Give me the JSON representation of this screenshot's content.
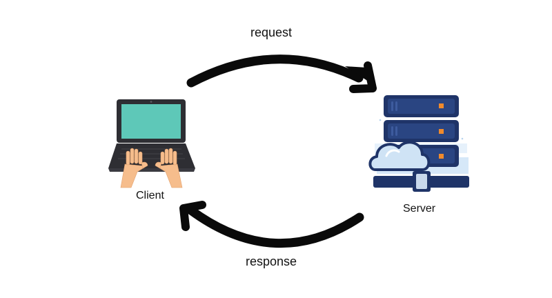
{
  "arrows": {
    "request": {
      "label": "request"
    },
    "response": {
      "label": "response"
    }
  },
  "nodes": {
    "client": {
      "label": "Client",
      "icon": "laptop-with-hands-icon"
    },
    "server": {
      "label": "Server",
      "icon": "server-rack-with-cloud-icon"
    }
  },
  "colors": {
    "arrow": "#0a0a0a",
    "laptop_screen": "#5ec8b8",
    "laptop_body": "#2e2e33",
    "skin": "#f6bd8c",
    "server_body": "#1f3468",
    "server_light": "#f08a2c",
    "cloud": "#cfe3f5"
  }
}
